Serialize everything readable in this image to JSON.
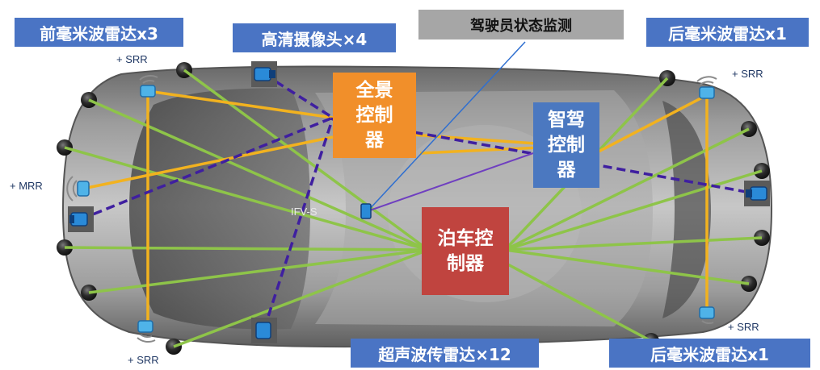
{
  "labels": {
    "front_radar": "前毫米波雷达x3",
    "hd_camera": "高清摄像头×4",
    "driver_monitor": "驾驶员状态监测",
    "rear_radar_top": "后毫米波雷达x1",
    "rear_radar_bottom": "后毫米波雷达x1",
    "ultrasonic": "超声波传雷达×12"
  },
  "controllers": {
    "panoramic": "全景控制器",
    "smart_drive": "智驾控制器",
    "parking": "泊车控制器"
  },
  "sensor_tags": {
    "srr_front_top": "SRR",
    "srr_front_bottom": "SRR",
    "mrr_front": "MRR",
    "srr_rear_top": "SRR",
    "srr_rear_bottom": "SRR",
    "dms_camera": "IFV-S"
  },
  "colors": {
    "tag_blue": "#4a74c4",
    "panoramic_orange": "#f18f2a",
    "smart_drive_blue": "#4b78c0",
    "parking_red": "#c0443f",
    "ultrasonic_lines": "#8ec449",
    "radar_lines": "#f2b21f",
    "camera_lines": "#3f1fa0",
    "dms_line": "#6f3fc0",
    "leader_line": "#2f6fd0"
  }
}
